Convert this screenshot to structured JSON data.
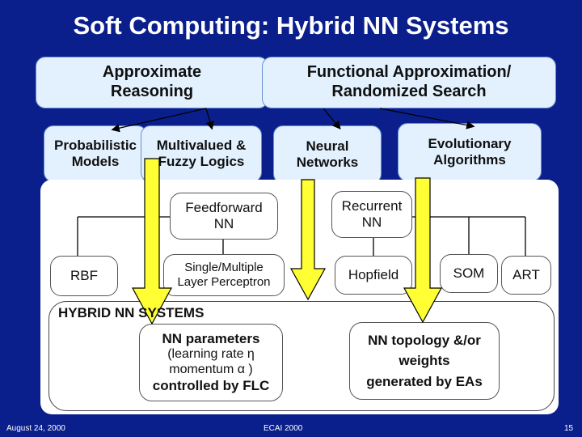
{
  "slide": {
    "title": "Soft Computing: Hybrid NN Systems",
    "footer_left": "August 24, 2000",
    "footer_center": "ECAI 2000",
    "footer_right": "15"
  },
  "categories": {
    "approximate_reasoning": [
      "Approximate",
      "Reasoning"
    ],
    "functional_approximation": [
      "Functional Approximation/",
      "Randomized Search"
    ]
  },
  "methods": {
    "probabilistic": [
      "Probabilistic",
      "Models"
    ],
    "multivalued": [
      "Multivalued &",
      "Fuzzy Logics"
    ],
    "neural": [
      "Neural",
      "Networks"
    ],
    "evolutionary": [
      "Evolutionary",
      "Algorithms"
    ]
  },
  "nn_types": {
    "feedforward": [
      "Feedforward",
      "NN"
    ],
    "recurrent": [
      "Recurrent",
      "NN"
    ],
    "rbf": "RBF",
    "perceptron": [
      "Single/Multiple",
      "Layer Perceptron"
    ],
    "hopfield": "Hopfield",
    "som": "SOM",
    "art": "ART"
  },
  "hybrid": {
    "label": "HYBRID NN SYSTEMS",
    "flc_box": {
      "line1": "NN parameters",
      "line2": "(learning rate η",
      "line3": "momentum α )",
      "line4": "controlled by FLC"
    },
    "ea_box": {
      "line1": "NN topology &/or",
      "line2": "weights",
      "line3": "generated by EAs"
    }
  },
  "colors": {
    "background": "#0b1f8c",
    "box_fill": "#e3f1ff",
    "arrow_fill": "#ffff33"
  }
}
